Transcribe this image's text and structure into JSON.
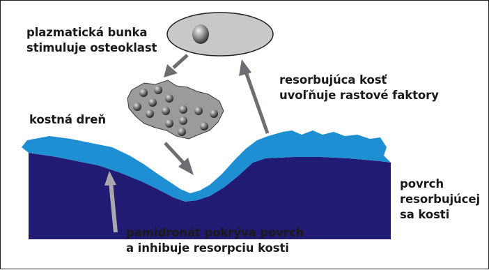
{
  "labels": {
    "plasma_cell": {
      "line1": "plazmatická bunka",
      "line2": "stimuluje osteoklast"
    },
    "growth_factors": {
      "line1": "resorbujúca kosť",
      "line2": "uvoľňuje rastové faktory"
    },
    "marrow": "kostná dreň",
    "surface": {
      "line1": "povrch",
      "line2": "resorbujúcej",
      "line3": "sa kosti"
    },
    "pamidronate": {
      "line1": "pamidronát pokrýva povrch",
      "line2": "a inhibuje resorpciu kosti"
    }
  },
  "colors": {
    "bone": "#211b73",
    "bone_surface": "#1e8fd2",
    "cell_fill": "#9c9b9b",
    "arrow": "#6d6e71",
    "arrow_light": "#a8a9ad",
    "border": "#231f20"
  }
}
